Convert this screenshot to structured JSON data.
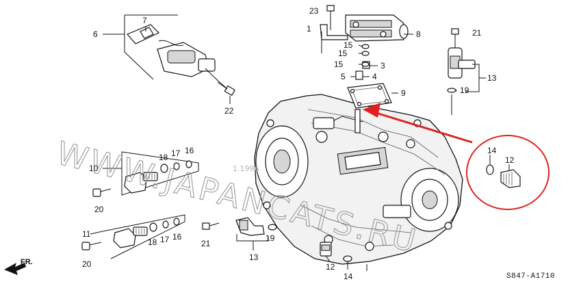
{
  "diagram": {
    "watermark": "WWW.JAPANCATS.RU",
    "watermark_small": "1.1996",
    "drawing_code": "S847-A1710",
    "direction_marker": "FR.",
    "highlight_color": "#e02020",
    "labels": {
      "l23": "23",
      "l1": "1",
      "l8": "8",
      "l21a": "21",
      "l7": "7",
      "l6": "6",
      "l15a": "15",
      "l15b": "15",
      "l15c": "15",
      "l3": "3",
      "l5": "5",
      "l4": "4",
      "l13a": "13",
      "l19a": "19",
      "l9": "9",
      "l22": "22",
      "l10": "10",
      "l18a": "18",
      "l17a": "17",
      "l16a": "16",
      "l20a": "20",
      "l14a": "14",
      "l12a": "12",
      "l11": "11",
      "l18b": "18",
      "l17b": "17",
      "l16b": "16",
      "l21b": "21",
      "l19b": "19",
      "l13b": "13",
      "l12b": "12",
      "l14b": "14",
      "l20b": "20"
    }
  }
}
